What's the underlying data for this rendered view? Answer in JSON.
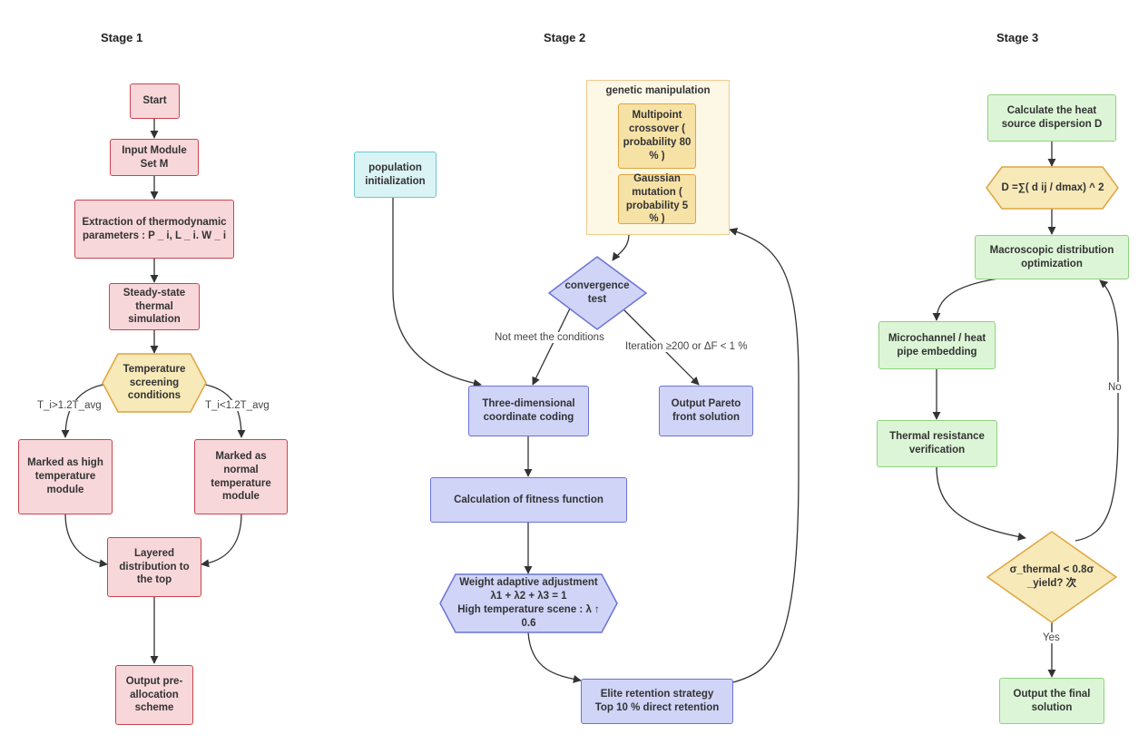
{
  "stages": {
    "stage1": "Stage 1",
    "stage2": "Stage 2",
    "stage3": "Stage 3"
  },
  "stage1": {
    "start": "Start",
    "input_module": "Input Module Set M",
    "extraction": "Extraction of thermodynamic parameters : P _ i, L _ i. W _ i",
    "steady_state": "Steady-state thermal simulation",
    "screening": "Temperature screening conditions",
    "high_temp": "Marked as high temperature module",
    "normal_temp": "Marked as normal temperature module",
    "layered": "Layered distribution to the top",
    "output": "Output pre-allocation scheme",
    "label_high": "T_i>1.2T_avg",
    "label_normal": "T_i<1.2T_avg"
  },
  "stage2": {
    "cluster_title": "genetic manipulation",
    "crossover": "Multipoint crossover ( probability 80 % )",
    "mutation": "Gaussian mutation ( probability 5 % )",
    "population": "population initialization",
    "convergence": "convergence test",
    "coding": "Three-dimensional coordinate coding",
    "pareto": "Output Pareto front solution",
    "fitness": "Calculation of fitness function",
    "weight_line1": "Weight adaptive adjustment",
    "weight_line2": "λ1 + λ2 + λ3 = 1",
    "weight_line3": "High temperature scene : λ ↑",
    "weight_line4": "0.6",
    "elite_line1": "Elite retention strategy",
    "elite_line2": "Top 10 % direct retention",
    "label_not_meet": "Not meet the conditions",
    "label_iteration": "Iteration ≥200 or ΔF < 1 %"
  },
  "stage3": {
    "dispersion": "Calculate the heat source dispersion D",
    "formula": "D =∑( d ij / dmax) ^ 2",
    "macroscopic": "Macroscopic distribution optimization",
    "microchannel": "Microchannel / heat pipe embedding",
    "thermal_resistance": "Thermal resistance verification",
    "decision": "σ_thermal < 0.8σ _yield? 次",
    "output": "Output the final solution",
    "label_no": "No",
    "label_yes": "Yes"
  },
  "colors": {
    "stage1_fill": "#f8d7da",
    "stage1_stroke": "#c9444f",
    "stage2_fill": "#d0d4f7",
    "stage2_stroke": "#6b73d6",
    "stage3_fill": "#dcf5d6",
    "stage3_stroke": "#8fd17e",
    "decision_fill": "#f7e9b8",
    "decision_stroke": "#e0a440",
    "init_fill": "#daf3f5",
    "init_stroke": "#6cc8d3"
  }
}
